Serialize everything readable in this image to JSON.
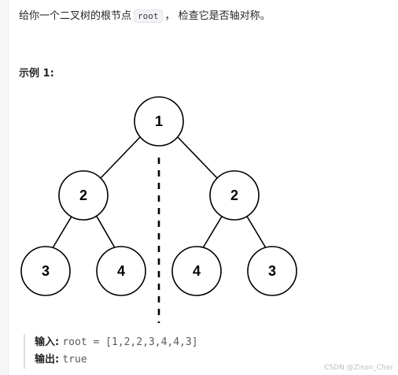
{
  "problem": {
    "text_before": "给你一个二叉树的根节点",
    "code": "root",
    "text_after": "， 检查它是否轴对称。"
  },
  "example": {
    "heading": "示例 1:",
    "input_label": "输入:",
    "input_value": "root = [1,2,2,3,4,4,3]",
    "output_label": "输出:",
    "output_value": "true"
  },
  "tree": {
    "nodes": [
      "1",
      "2",
      "2",
      "3",
      "4",
      "4",
      "3"
    ]
  },
  "watermark": "CSDN @Zison_Cher"
}
